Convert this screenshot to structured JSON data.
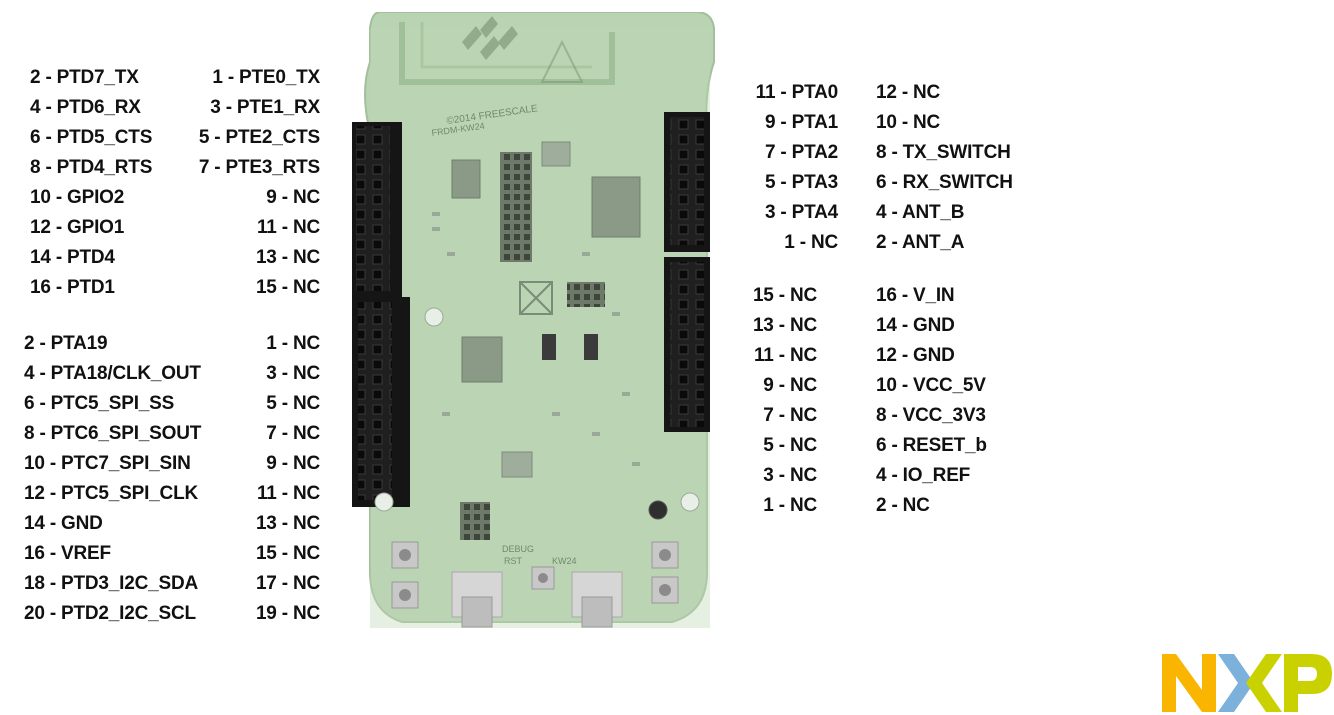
{
  "left_outer_header": {
    "col_even": [
      "2 - PTD7_TX",
      "4 - PTD6_RX",
      "6 - PTD5_CTS",
      "8 - PTD4_RTS",
      "10 - GPIO2",
      "12 - GPIO1",
      "14 - PTD4",
      "16 - PTD1"
    ],
    "col_odd": [
      "1 - PTE0_TX",
      "3 - PTE1_RX",
      "5 - PTE2_CTS",
      "7 - PTE3_RTS",
      "9 - NC",
      "11 - NC",
      "13 - NC",
      "15 - NC"
    ]
  },
  "left_lower_header": {
    "col_even": [
      "2 - PTA19",
      "4 - PTA18/CLK_OUT",
      "6 - PTC5_SPI_SS",
      "8 - PTC6_SPI_SOUT",
      "10 - PTC7_SPI_SIN",
      "12 - PTC5_SPI_CLK",
      "14 - GND",
      "16 - VREF",
      "18 - PTD3_I2C_SDA",
      "20 - PTD2_I2C_SCL"
    ],
    "col_odd": [
      "1 - NC",
      "3 - NC",
      "5 - NC",
      "7 - NC",
      "9 - NC",
      "11 - NC",
      "13 - NC",
      "15 - NC",
      "17 - NC",
      "19 - NC"
    ]
  },
  "right_upper_header": {
    "col_odd": [
      "11 - PTA0",
      "9 - PTA1",
      "7 - PTA2",
      "5 - PTA3",
      "3 - PTA4",
      "1 - NC"
    ],
    "col_even": [
      "12 - NC",
      "10 - NC",
      "8 - TX_SWITCH",
      "6 - RX_SWITCH",
      "4 - ANT_B",
      "2 - ANT_A"
    ]
  },
  "right_lower_header": {
    "col_odd": [
      "15 - NC",
      "13 - NC",
      "11 - NC",
      "9 - NC",
      "7 - NC",
      "5 - NC",
      "3 - NC",
      "1 - NC"
    ],
    "col_even": [
      "16 - V_IN",
      "14 - GND",
      "12 - GND",
      "10 - VCC_5V",
      "8 - VCC_3V3",
      "6 - RESET_b",
      "4 - IO_REF",
      "2 - NC"
    ]
  },
  "board": {
    "silkscreen_top": "©2014 FREESCALE",
    "silkscreen_model": "FRDM-KW24",
    "silkscreen_debug": "DEBUG",
    "silkscreen_rst": "RST",
    "silkscreen_kw24": "KW24"
  },
  "logo": {
    "text": "NXP",
    "colors": {
      "n": "#F9B500",
      "x_left": "#7BB1DB",
      "x_right": "#C9D200",
      "p": "#C9D200"
    }
  },
  "colors": {
    "board_green": "#b7d2b0",
    "header_black": "#1d1d1d",
    "text": "#111111"
  }
}
